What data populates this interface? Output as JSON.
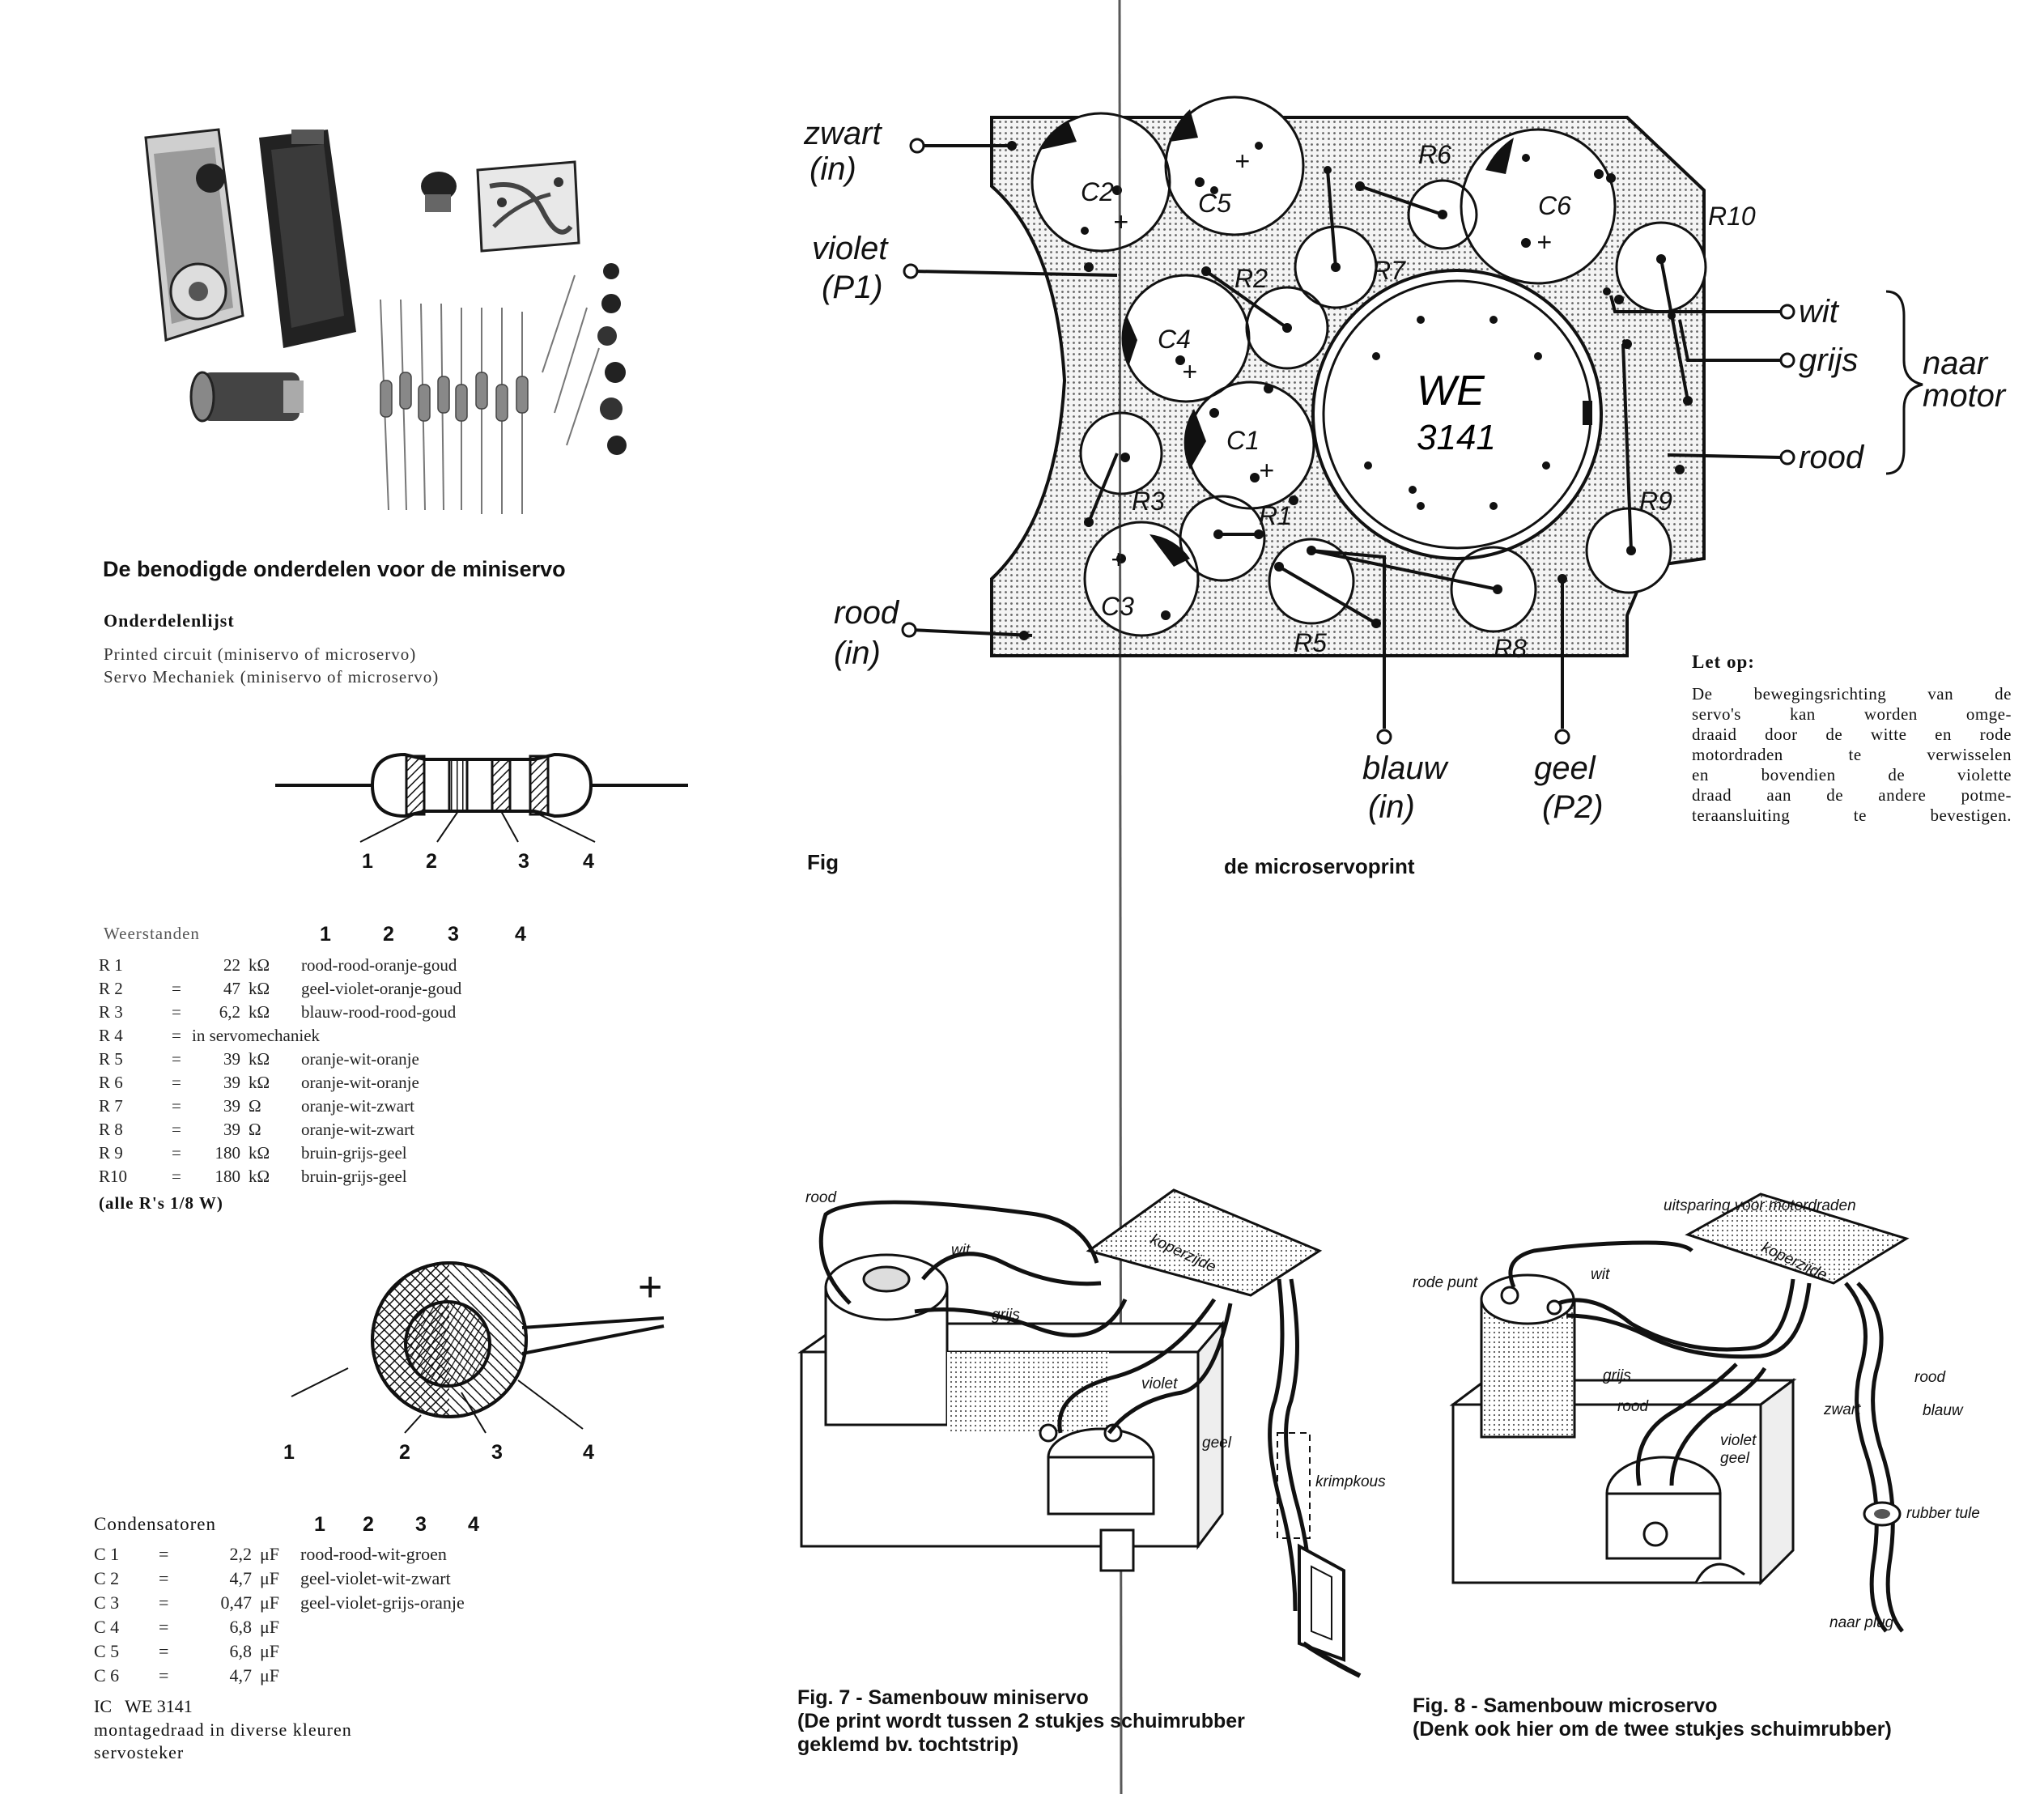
{
  "parts_photo": {
    "caption": "De benodigde onderdelen voor de miniservo"
  },
  "parts_list": {
    "title": "Onderdelenlijst",
    "items": [
      "Printed circuit (miniservo of microservo)",
      "Servo Mechaniek (miniservo of microservo)"
    ]
  },
  "resistor_diagram": {
    "band_labels": [
      "1",
      "2",
      "3",
      "4"
    ]
  },
  "resistors": {
    "header": "Weerstanden",
    "band_headers": [
      "1",
      "2",
      "3",
      "4"
    ],
    "rows": [
      {
        "ref": "R 1",
        "eq": "",
        "value": "22",
        "unit": "kΩ",
        "code": "rood-rood-oranje-goud"
      },
      {
        "ref": "R 2",
        "eq": "=",
        "value": "47",
        "unit": "kΩ",
        "code": "geel-violet-oranje-goud"
      },
      {
        "ref": "R 3",
        "eq": "=",
        "value": "6,2",
        "unit": "kΩ",
        "code": "blauw-rood-rood-goud"
      },
      {
        "ref": "R 4",
        "eq": "=",
        "value": "",
        "unit": "",
        "code": "in servomechaniek"
      },
      {
        "ref": "R 5",
        "eq": "=",
        "value": "39",
        "unit": "kΩ",
        "code": "oranje-wit-oranje"
      },
      {
        "ref": "R 6",
        "eq": "=",
        "value": "39",
        "unit": "kΩ",
        "code": "oranje-wit-oranje"
      },
      {
        "ref": "R 7",
        "eq": "=",
        "value": "39",
        "unit": "Ω",
        "code": "oranje-wit-zwart"
      },
      {
        "ref": "R 8",
        "eq": "=",
        "value": "39",
        "unit": "Ω",
        "code": "oranje-wit-zwart"
      },
      {
        "ref": "R 9",
        "eq": "=",
        "value": "180",
        "unit": "kΩ",
        "code": "bruin-grijs-geel"
      },
      {
        "ref": "R10",
        "eq": "=",
        "value": "180",
        "unit": "kΩ",
        "code": "bruin-grijs-geel"
      }
    ],
    "note": "(alle R's 1/8 W)"
  },
  "capacitor_diagram": {
    "plus": "+",
    "labels": [
      "1",
      "2",
      "3",
      "4"
    ]
  },
  "capacitors": {
    "header": "Condensatoren",
    "band_headers": [
      "1",
      "2",
      "3",
      "4"
    ],
    "rows": [
      {
        "ref": "C 1",
        "eq": "=",
        "value": "2,2",
        "unit": "μF",
        "code": "rood-rood-wit-groen"
      },
      {
        "ref": "C 2",
        "eq": "=",
        "value": "4,7",
        "unit": "μF",
        "code": "geel-violet-wit-zwart"
      },
      {
        "ref": "C 3",
        "eq": "=",
        "value": "0,47",
        "unit": "μF",
        "code": "geel-violet-grijs-oranje"
      },
      {
        "ref": "C 4",
        "eq": "=",
        "value": "6,8",
        "unit": "μF",
        "code": ""
      },
      {
        "ref": "C 5",
        "eq": "=",
        "value": "6,8",
        "unit": "μF",
        "code": ""
      },
      {
        "ref": "C 6",
        "eq": "=",
        "value": "4,7",
        "unit": "μF",
        "code": ""
      }
    ],
    "extra": [
      "IC   WE 3141",
      "montagedraad in diverse kleuren",
      "servosteker"
    ]
  },
  "pcb": {
    "fig_label": "Fig",
    "caption": "de microservoprint",
    "ic_line1": "WE",
    "ic_line2": "3141",
    "components": {
      "c1": "C1",
      "c2": "C2",
      "c3": "C3",
      "c4": "C4",
      "c5": "C5",
      "c6": "C6",
      "r1": "R1",
      "r2": "R2",
      "r3": "R3",
      "r5": "R5",
      "r6": "R6",
      "r7": "R7",
      "r8": "R8",
      "r9": "R9",
      "r10": "R10",
      "plus": "+"
    },
    "wires": {
      "zwart": "zwart",
      "zwart_sub": "(in)",
      "violet": "violet",
      "violet_sub": "(P1)",
      "rood_in": "rood",
      "rood_in_sub": "(in)",
      "blauw": "blauw",
      "blauw_sub": "(in)",
      "geel": "geel",
      "geel_sub": "(P2)",
      "wit": "wit",
      "grijs": "grijs",
      "rood_motor": "rood",
      "naar": "naar",
      "motor": "motor"
    }
  },
  "note": {
    "title": "Let op:",
    "lines": [
      "De bewegingsrichting van de",
      "servo's kan worden omge-",
      "draaid door de witte en rode",
      "motordraden te verwisselen",
      "en bovendien de violette",
      "draad aan de andere potme-",
      "teraansluiting te bevestigen."
    ]
  },
  "fig7": {
    "labels": {
      "rood": "rood",
      "wit": "wit",
      "grijs": "grijs",
      "violet": "violet",
      "geel": "geel",
      "koperzijde": "koperzijde",
      "krimpkous": "krimpkous"
    },
    "caption_line1": "Fig. 7 - Samenbouw miniservo",
    "caption_line2": "(De print wordt tussen 2 stukjes schuimrubber",
    "caption_line3": "geklemd bv. tochtstrip)"
  },
  "fig8": {
    "labels": {
      "uitsparing": "uitsparing voor motordraden",
      "rode_punt": "rode punt",
      "wit": "wit",
      "grijs": "grijs",
      "rood": "rood",
      "koperzijde": "koperzijde",
      "rood2": "rood",
      "zwart": "zwart",
      "blauw": "blauw",
      "violet": "violet",
      "geel": "geel",
      "rubber_tule": "rubber tule",
      "naar_plug": "naar plug"
    },
    "caption_line1": "Fig. 8 - Samenbouw microservo",
    "caption_line2": "(Denk ook hier om de twee stukjes schuimrubber)"
  }
}
